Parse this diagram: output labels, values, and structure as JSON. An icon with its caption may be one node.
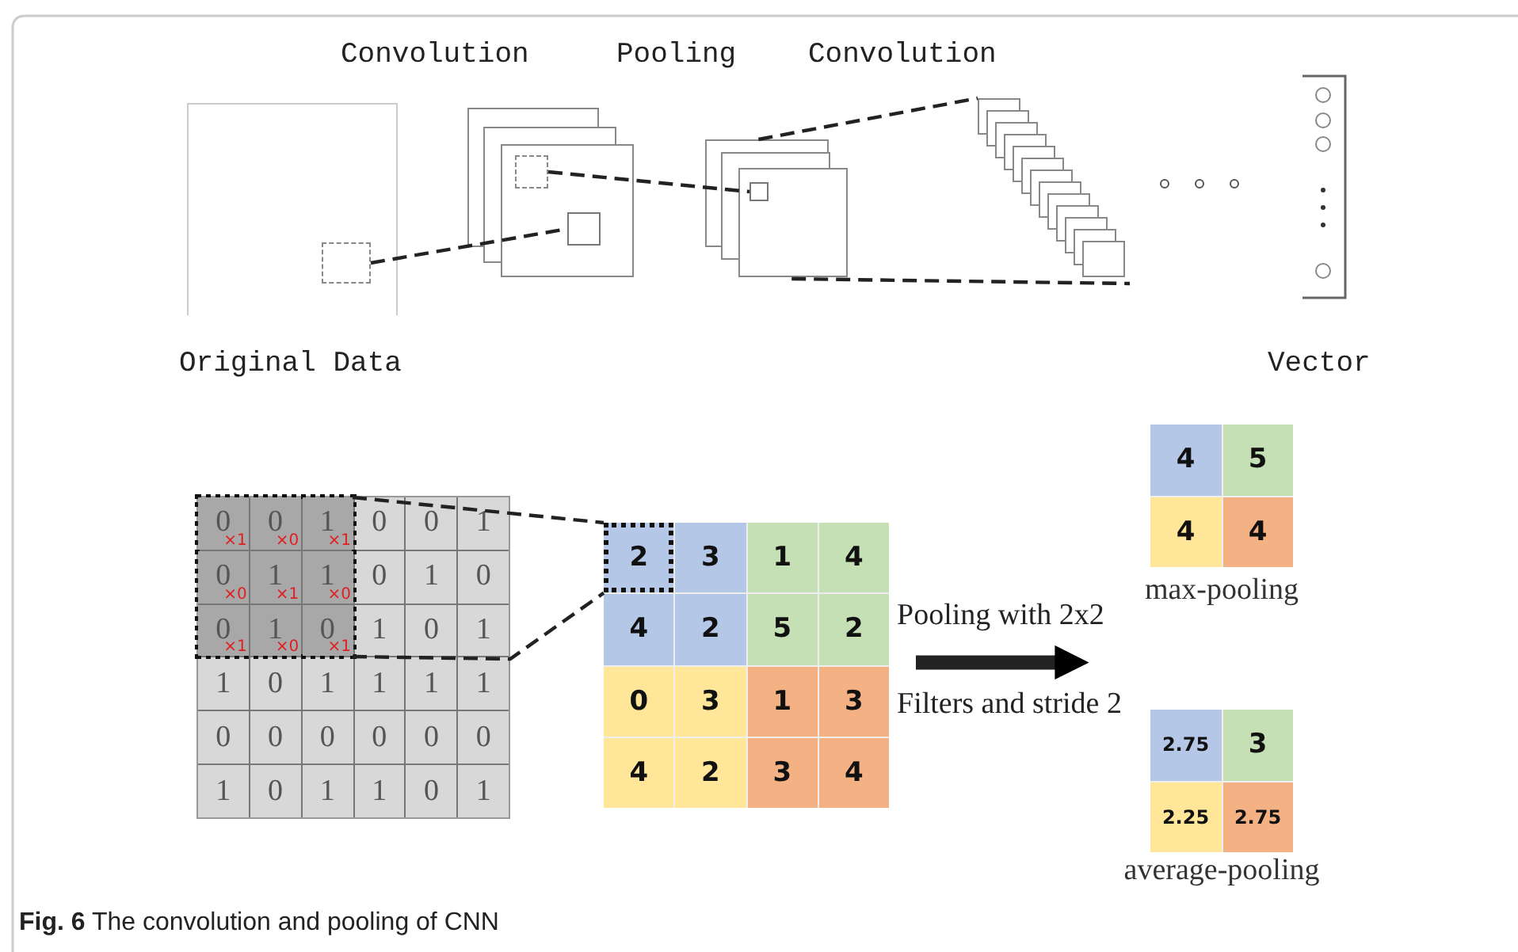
{
  "diagram": {
    "caption": "**Fig. 6** The convolution and pooling of CNN",
    "nodes": [
      {
        "text": [],
        "shape": "box",
        "beside": [
          "Original Data"
        ]
      },
      {
        "text": [],
        "shape": "box",
        "in": 0
      },
      {
        "text": [],
        "shape": "box",
        "beside": [
          "Convolution"
        ]
      },
      {
        "text": [],
        "shape": "box",
        "in": 2
      },
      {
        "text": [],
        "shape": "box",
        "in": 2
      },
      {
        "text": [],
        "shape": "box",
        "beside": [
          "Pooling"
        ]
      },
      {
        "text": [],
        "shape": "box",
        "in": 5
      },
      {
        "text": [],
        "shape": "box",
        "beside": [
          "Convolution"
        ]
      },
      {
        "text": [],
        "shape": "bar",
        "beside": [
          "Vector"
        ]
      },
      {
        "text": [
          "0",
          "0",
          "1",
          "0",
          "1",
          "0",
          "1",
          "0",
          "1",
          "1",
          "0",
          "1",
          "1",
          "1",
          "1",
          "0",
          "0",
          "0",
          "0",
          "0",
          "0",
          "1",
          "0",
          "1",
          "1",
          "0",
          "1"
        ]
      },
      {
        "text": [
          "0",
          "×1",
          "0",
          "×0",
          "1",
          "×1",
          "0",
          "×0",
          "1",
          "×1",
          "1",
          "×0",
          "0",
          "×1",
          "1",
          "×0",
          "0",
          "×1"
        ],
        "in": 9
      },
      {
        "text": [
          "3",
          "1",
          "4",
          "4",
          "2",
          "5",
          "2",
          "0",
          "3",
          "1",
          "3",
          "4",
          "2",
          "3",
          "4"
        ]
      },
      {
        "text": [
          "2"
        ],
        "in": 11
      },
      {
        "text": [
          "4",
          "5",
          "4",
          "4"
        ],
        "beside": [
          "max-pooling"
        ]
      },
      {
        "text": [
          "2.75",
          "3",
          "2.25",
          "2.75"
        ],
        "beside": [
          "average-pooling"
        ]
      }
    ],
    "edges": [
      {
        "from": 1,
        "to": 4,
        "arrow": "none",
        "style": "dashed"
      },
      {
        "from": 3,
        "to": 6,
        "arrow": "none",
        "style": "dashed"
      },
      {
        "from": 5,
        "to": 7,
        "arrow": "none",
        "style": "dashed"
      },
      {
        "from": 5,
        "to": 7,
        "arrow": "none",
        "style": "dashed"
      },
      {
        "from": 10,
        "to": 12,
        "arrow": "none",
        "style": "dashed"
      },
      {
        "from": 10,
        "to": 12,
        "arrow": "none",
        "style": "dashed"
      },
      {
        "from": 11,
        "to": null,
        "arrow": "to",
        "style": "thick"
      }
    ],
    "labels": [
      "Pooling with 2x2",
      "Filters and stride 2"
    ]
  }
}
